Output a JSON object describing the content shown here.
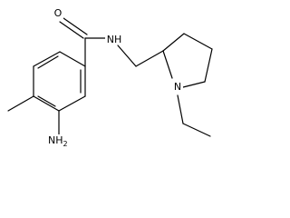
{
  "molecule": {
    "atoms": {
      "carbonyl_oxygen": "O",
      "amide_nitrogen": "NH",
      "ring_nitrogen": "N",
      "amino_group": "NH",
      "amino_subscript": "2"
    }
  }
}
